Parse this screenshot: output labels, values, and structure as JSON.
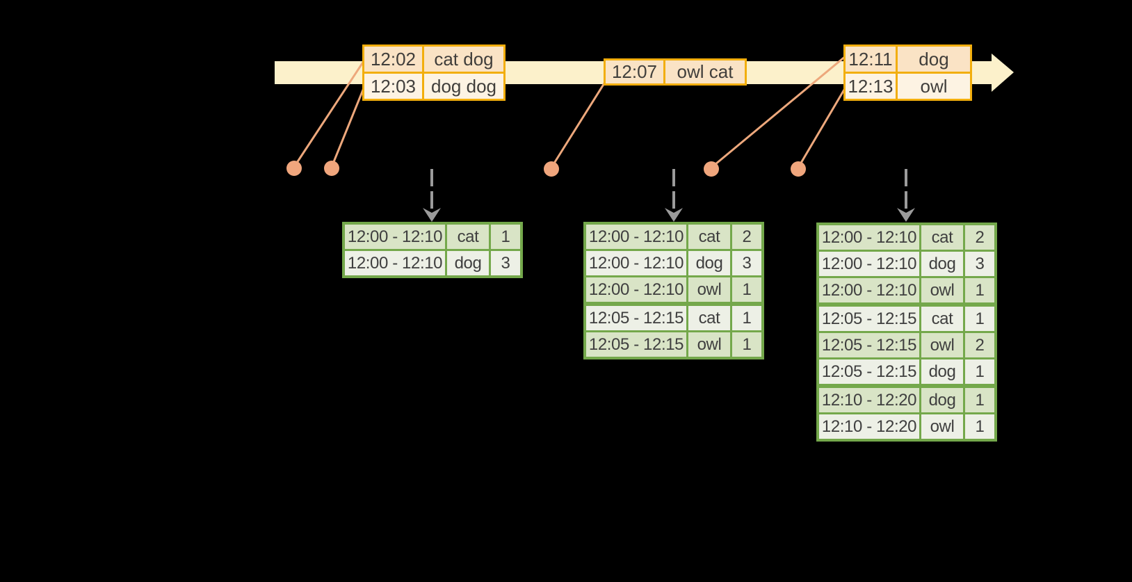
{
  "palette": {
    "background": "#000000",
    "timeline_band": "#fcf1cb",
    "event_table_border": "#f2ae0d",
    "event_row_dark": "#fae3c5",
    "event_row_light": "#fdf3e3",
    "connector_salmon": "#eda87c",
    "result_table_border": "#74a84b",
    "result_row_dark": "#d9e4c6",
    "result_row_light": "#edf0e6",
    "trigger_arrow_gray": "#9b9b9b",
    "text": "#403e3b"
  },
  "input_stream": {
    "event_tables": [
      {
        "rows": [
          {
            "time": "12:02",
            "words": "cat dog"
          },
          {
            "time": "12:03",
            "words": "dog dog"
          }
        ]
      },
      {
        "rows": [
          {
            "time": "12:07",
            "words": "owl cat"
          }
        ]
      },
      {
        "rows": [
          {
            "time": "12:11",
            "words": "dog"
          },
          {
            "time": "12:13",
            "words": "owl"
          }
        ]
      }
    ]
  },
  "result_tables": [
    {
      "rows": [
        {
          "window": "12:00 - 12:10",
          "word": "cat",
          "count": "1"
        },
        {
          "window": "12:00 - 12:10",
          "word": "dog",
          "count": "3"
        }
      ]
    },
    {
      "rows": [
        {
          "window": "12:00 - 12:10",
          "word": "cat",
          "count": "2"
        },
        {
          "window": "12:00 - 12:10",
          "word": "dog",
          "count": "3"
        },
        {
          "window": "12:00 - 12:10",
          "word": "owl",
          "count": "1"
        },
        {
          "window": "12:05 - 12:15",
          "word": "cat",
          "count": "1",
          "group_start": true
        },
        {
          "window": "12:05 - 12:15",
          "word": "owl",
          "count": "1"
        }
      ]
    },
    {
      "rows": [
        {
          "window": "12:00 - 12:10",
          "word": "cat",
          "count": "2"
        },
        {
          "window": "12:00 - 12:10",
          "word": "dog",
          "count": "3"
        },
        {
          "window": "12:00 - 12:10",
          "word": "owl",
          "count": "1"
        },
        {
          "window": "12:05 - 12:15",
          "word": "cat",
          "count": "1",
          "group_start": true
        },
        {
          "window": "12:05 - 12:15",
          "word": "owl",
          "count": "2"
        },
        {
          "window": "12:05 - 12:15",
          "word": "dog",
          "count": "1"
        },
        {
          "window": "12:10 - 12:20",
          "word": "dog",
          "count": "1",
          "group_start": true
        },
        {
          "window": "12:10 - 12:20",
          "word": "owl",
          "count": "1"
        }
      ]
    }
  ]
}
